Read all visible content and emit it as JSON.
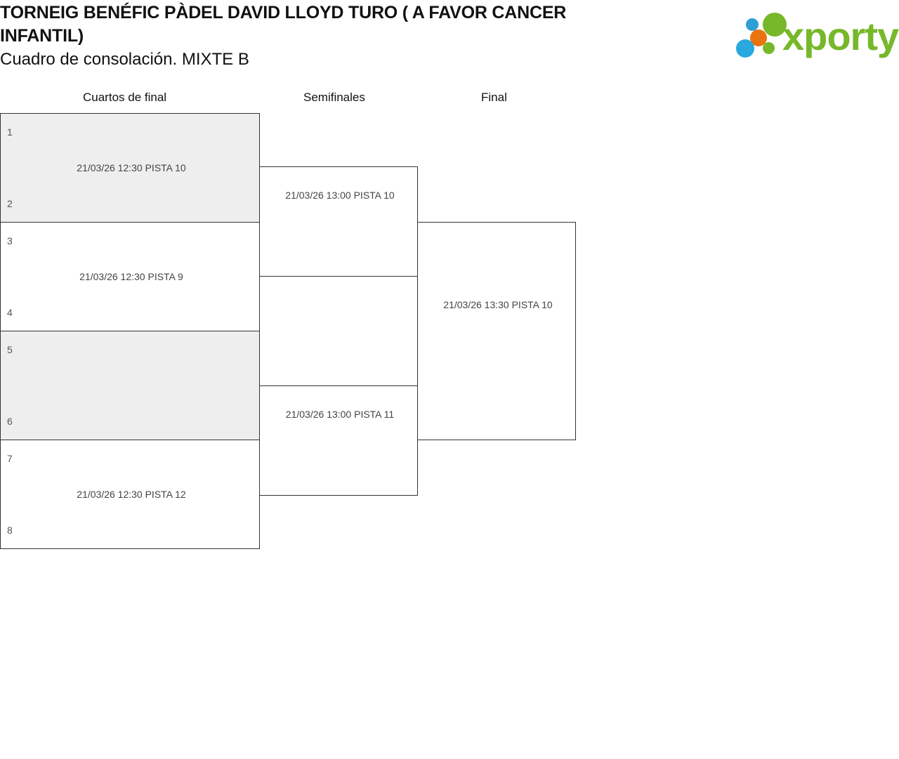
{
  "header": {
    "title_line_1": "TORNEIG BENÉFIC PÀDEL DAVID LLOYD TURO ( A FAVOR CANCER",
    "title_line_2": "INFANTIL)",
    "subtitle": "Cuadro de consolación. MIXTE B",
    "logo_text": "xporty"
  },
  "colors": {
    "accent_green": "#76b82a",
    "accent_blue": "#29a8e0",
    "accent_orange": "#e8730f",
    "row_shaded": "#eeeeee",
    "border": "#333333"
  },
  "rounds": [
    {
      "label": "Cuartos de final"
    },
    {
      "label": "Semifinales"
    },
    {
      "label": "Final"
    }
  ],
  "bracket": {
    "quarterfinals": [
      {
        "seed_top": "1",
        "seed_bottom": "2",
        "info": "21/03/26 12:30 PISTA 10",
        "shaded": true
      },
      {
        "seed_top": "3",
        "seed_bottom": "4",
        "info": "21/03/26 12:30 PISTA 9",
        "shaded": false
      },
      {
        "seed_top": "5",
        "seed_bottom": "6",
        "info": "",
        "shaded": true
      },
      {
        "seed_top": "7",
        "seed_bottom": "8",
        "info": "21/03/26 12:30 PISTA 12",
        "shaded": false
      }
    ],
    "semifinals": [
      {
        "info": "21/03/26 13:00 PISTA 10"
      },
      {
        "info": "21/03/26 13:00 PISTA 11"
      }
    ],
    "final": {
      "info": "21/03/26 13:30 PISTA 10"
    }
  }
}
